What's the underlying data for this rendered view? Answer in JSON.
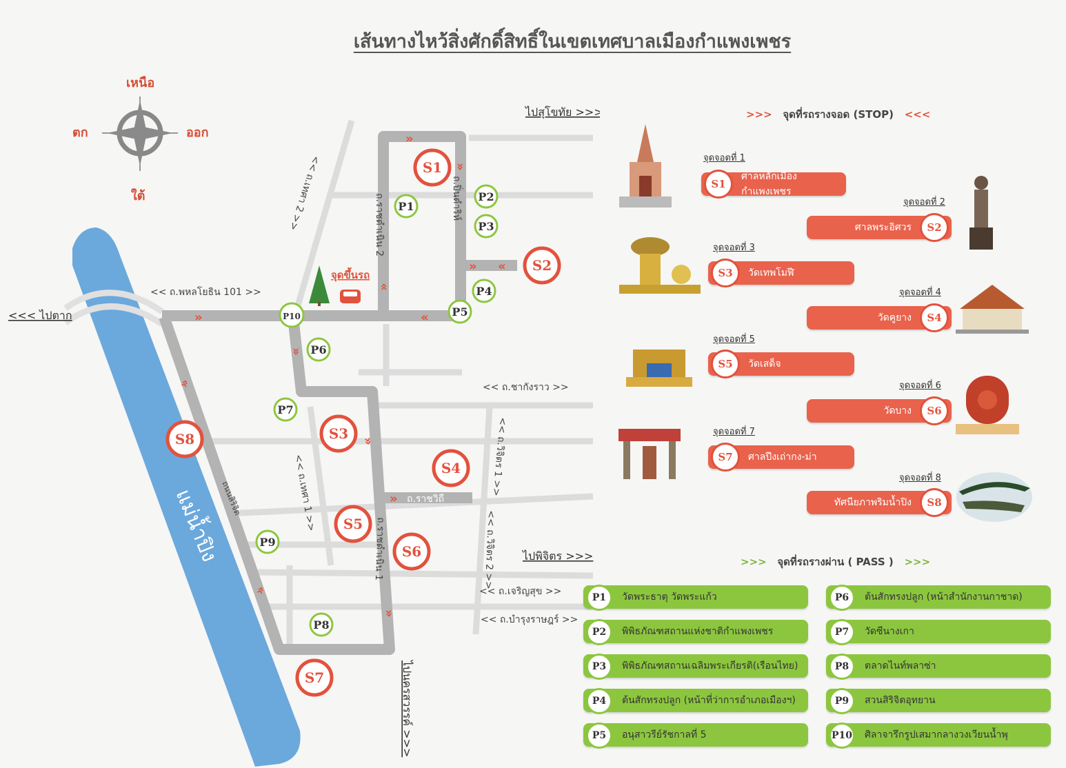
{
  "title": "เส้นทางไหว้สิ่งศักดิ์สิทธิ์ในเขตเทศบาลเมืองกำแพงเพชร",
  "compass": {
    "north": "เหนือ",
    "south": "ใต้",
    "east": "ออก",
    "west": "ตก"
  },
  "roads": {
    "phahol": "<< ถ.พหลโยธิน 101 >>",
    "ratchadamnoen2": "ถ.ราชดำเนิน 2",
    "ratchadamnoen1": "ถ.ราชดำเนิน 1",
    "pinkaew": "ถ.ปิ่นดำริห์",
    "changkharao": "<< ถ.ชากังราว >>",
    "ratchawithi": "ถ.ราชวิถี",
    "thesa1": "<< ถ.เทศา 1 >>",
    "thesa2": "<< ถ.เทศา 2 >>",
    "wichit1": "<< ถ.วิจิตร 1 >>",
    "wichit2": "<< ถ.วิจิตร 2 >>",
    "charoensuk": "<< ถ.เจริญสุข >>",
    "bamrung": "<< ถ.บำรุงราษฎร์ >>",
    "sirijit": "ถนนสิริจิต"
  },
  "directions": {
    "tak": "<<< ไปตาก",
    "sukhothai": "ไปสุโขทัย >>>",
    "phichit": "ไปพิจิตร >>>",
    "nakhonsawan": "ไปนครสวรรค์ >>>"
  },
  "river": "แม่น้ำปิง",
  "pickup": "จุดขึ้นรถ",
  "map_stops": [
    "S1",
    "S2",
    "S3",
    "S4",
    "S5",
    "S6",
    "S7",
    "S8"
  ],
  "map_passes": [
    "P1",
    "P2",
    "P3",
    "P4",
    "P5",
    "P6",
    "P7",
    "P8",
    "P9",
    "P10"
  ],
  "stop_section_arrows_left": ">>>",
  "stop_section_title": "จุดที่รถรางจอด (STOP)",
  "stop_section_arrows_right": "<<<",
  "pass_section_arrows_left": ">>>",
  "pass_section_title": "จุดที่รถรางผ่าน ( PASS )",
  "pass_section_arrows_right": ">>>",
  "stops": [
    {
      "label": "จุดจอดที่ 1",
      "id": "S1",
      "name": "ศาลหลักเมืองกำแพงเพชร"
    },
    {
      "label": "จุดจอดที่ 2",
      "id": "S2",
      "name": "ศาลพระอิศวร"
    },
    {
      "label": "จุดจอดที่ 3",
      "id": "S3",
      "name": "วัดเทพโมฬี"
    },
    {
      "label": "จุดจอดที่ 4",
      "id": "S4",
      "name": "วัดคูยาง"
    },
    {
      "label": "จุดจอดที่ 5",
      "id": "S5",
      "name": "วัดเสด็จ"
    },
    {
      "label": "จุดจอดที่ 6",
      "id": "S6",
      "name": "วัดบาง"
    },
    {
      "label": "จุดจอดที่ 7",
      "id": "S7",
      "name": "ศาลปึงเถ่ากง-ม่า"
    },
    {
      "label": "จุดจอดที่ 8",
      "id": "S8",
      "name": "ทัศนียภาพริมน้ำปิง"
    }
  ],
  "passes": [
    {
      "id": "P1",
      "name": "วัดพระธาตุ วัดพระแก้ว"
    },
    {
      "id": "P2",
      "name": "พิพิธภัณฑสถานแห่งชาติกำแพงเพชร"
    },
    {
      "id": "P3",
      "name": "พิพิธภัณฑสถานเฉลิมพระเกียรติ(เรือนไทย)"
    },
    {
      "id": "P4",
      "name": "ต้นสักทรงปลูก (หน้าที่ว่าการอำเภอเมืองฯ)"
    },
    {
      "id": "P5",
      "name": "อนุสาวรีย์รัชกาลที่ 5"
    },
    {
      "id": "P6",
      "name": "ต้นสักทรงปลูก (หน้าสำนักงานกาชาด)"
    },
    {
      "id": "P7",
      "name": "วัดซีนางเกา"
    },
    {
      "id": "P8",
      "name": "ตลาดไนท์พลาซ่า"
    },
    {
      "id": "P9",
      "name": "สวนสิริจิตอุทยาน"
    },
    {
      "id": "P10",
      "name": "ศิลาจารึกรูปเสมากลางวงเวียนน้ำพุ"
    }
  ],
  "colors": {
    "stop": "#e2523d",
    "pass": "#8cc63f",
    "road": "#b3b3b3",
    "river": "#6ba8dc",
    "minor_road": "#dcdcdc"
  }
}
